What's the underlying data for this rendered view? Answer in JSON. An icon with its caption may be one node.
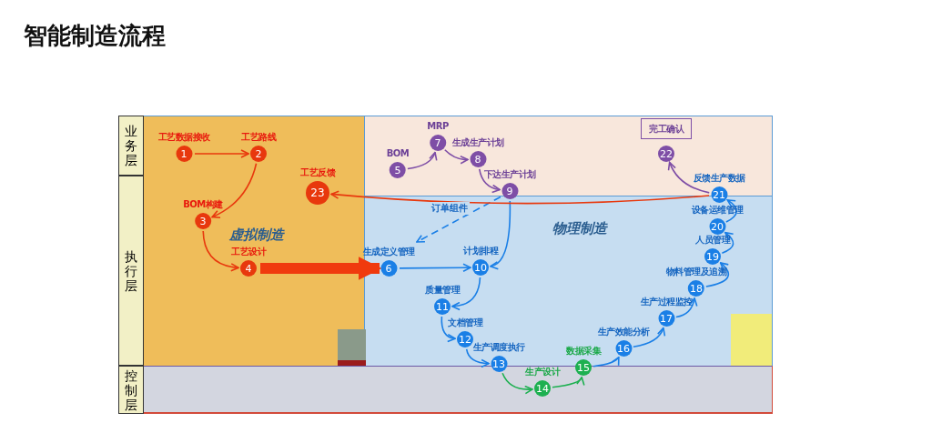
{
  "diagram": {
    "title": "智能制造流程",
    "nodes": [
      {
        "text": [
          "工艺数据接收",
          "1"
        ]
      },
      {
        "text": [
          "工艺路线",
          "2"
        ]
      },
      {
        "text": [
          "BOM构建",
          "3"
        ]
      },
      {
        "text": [
          "工艺设计",
          "4"
        ]
      },
      {
        "text": [
          "BOM",
          "5"
        ]
      },
      {
        "text": [
          "生成定义管理",
          "6"
        ]
      },
      {
        "text": [
          "MRP",
          "7"
        ]
      },
      {
        "text": [
          "生成生产计划",
          "8"
        ]
      },
      {
        "text": [
          "下达生产计划",
          "9"
        ]
      },
      {
        "text": [
          "计划排程",
          "10"
        ]
      },
      {
        "text": [
          "质量管理",
          "11"
        ]
      },
      {
        "text": [
          "文档管理",
          "12"
        ]
      },
      {
        "text": [
          "生产调度执行",
          "13"
        ]
      },
      {
        "text": [
          "生产设计",
          "14"
        ]
      },
      {
        "text": [
          "数据采集",
          "15"
        ]
      },
      {
        "text": [
          "生产效能分析",
          "16"
        ]
      },
      {
        "text": [
          "生产过程监控",
          "17"
        ]
      },
      {
        "text": [
          "物料管理及追溯",
          "18"
        ]
      },
      {
        "text": [
          "人员管理",
          "19"
        ]
      },
      {
        "text": [
          "设备运维管理",
          "20"
        ]
      },
      {
        "text": [
          "反馈生产数据",
          "21"
        ]
      },
      {
        "text": [
          "完工确认",
          "22"
        ]
      },
      {
        "text": [
          "工艺反馈",
          "23"
        ]
      }
    ],
    "edges": [
      {
        "from": 0,
        "to": 1,
        "arrow": "to",
        "color": "#e8380d"
      },
      {
        "from": 1,
        "to": 2,
        "arrow": "to",
        "color": "#e8380d"
      },
      {
        "from": 2,
        "to": 3,
        "arrow": "to",
        "color": "#e8380d"
      },
      {
        "from": 3,
        "to": 5,
        "arrow": "to",
        "style": "thick",
        "color": "#f03a0e"
      },
      {
        "from": 4,
        "to": 6,
        "arrow": "to",
        "color": "#7e4ea6"
      },
      {
        "from": 6,
        "to": 7,
        "arrow": "to",
        "color": "#7e4ea6"
      },
      {
        "from": 7,
        "to": 8,
        "arrow": "to",
        "color": "#7e4ea6"
      },
      {
        "from": 8,
        "to": 5,
        "arrow": "to",
        "style": "dashed",
        "label": "订单组件"
      },
      {
        "from": 8,
        "to": 9,
        "arrow": "to"
      },
      {
        "from": 5,
        "to": 9,
        "arrow": "to"
      },
      {
        "from": 9,
        "to": 10,
        "arrow": "to"
      },
      {
        "from": 10,
        "to": 11,
        "arrow": "to"
      },
      {
        "from": 11,
        "to": 12,
        "arrow": "to"
      },
      {
        "from": 12,
        "to": 13,
        "arrow": "to",
        "color": "#1db050"
      },
      {
        "from": 13,
        "to": 14,
        "arrow": "to",
        "color": "#1db050"
      },
      {
        "from": 14,
        "to": 15,
        "arrow": "to"
      },
      {
        "from": 15,
        "to": 16,
        "arrow": "to"
      },
      {
        "from": 16,
        "to": 17,
        "arrow": "to"
      },
      {
        "from": 17,
        "to": 18,
        "arrow": "to"
      },
      {
        "from": 18,
        "to": 19,
        "arrow": "to"
      },
      {
        "from": 19,
        "to": 20,
        "arrow": "to"
      },
      {
        "from": 20,
        "to": 21,
        "arrow": "to",
        "color": "#7e4ea6"
      },
      {
        "from": 20,
        "to": 22,
        "arrow": "to",
        "color": "#e8380d"
      }
    ],
    "labels": [
      "业务层",
      "执行层",
      "控制层",
      "虚拟制造",
      "物理制造"
    ]
  }
}
